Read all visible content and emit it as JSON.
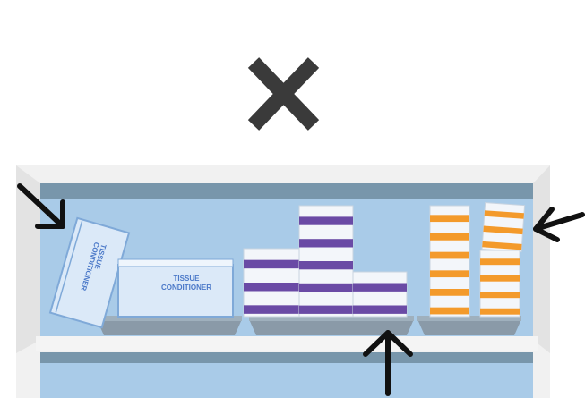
{
  "mark": {
    "icon": "x-mark-icon"
  },
  "shelf": {
    "back_color": "#a9cbe8",
    "frame_color": "#f1f1f1",
    "top_color": "#6f8fa5"
  },
  "boxes": {
    "tilted_label_line1": "TISSUE",
    "tilted_label_line2": "CONDITIONER",
    "flat_label_line1": "TISSUE",
    "flat_label_line2": "CONDITIONER",
    "purple": "#6a4aa5",
    "orange": "#f39a2b",
    "pale": "#dbe9f8"
  },
  "arrows": [
    {
      "name": "arrow-top-left-icon",
      "direction": "down-right"
    },
    {
      "name": "arrow-right-icon",
      "direction": "left"
    },
    {
      "name": "arrow-bottom-icon",
      "direction": "up"
    }
  ]
}
